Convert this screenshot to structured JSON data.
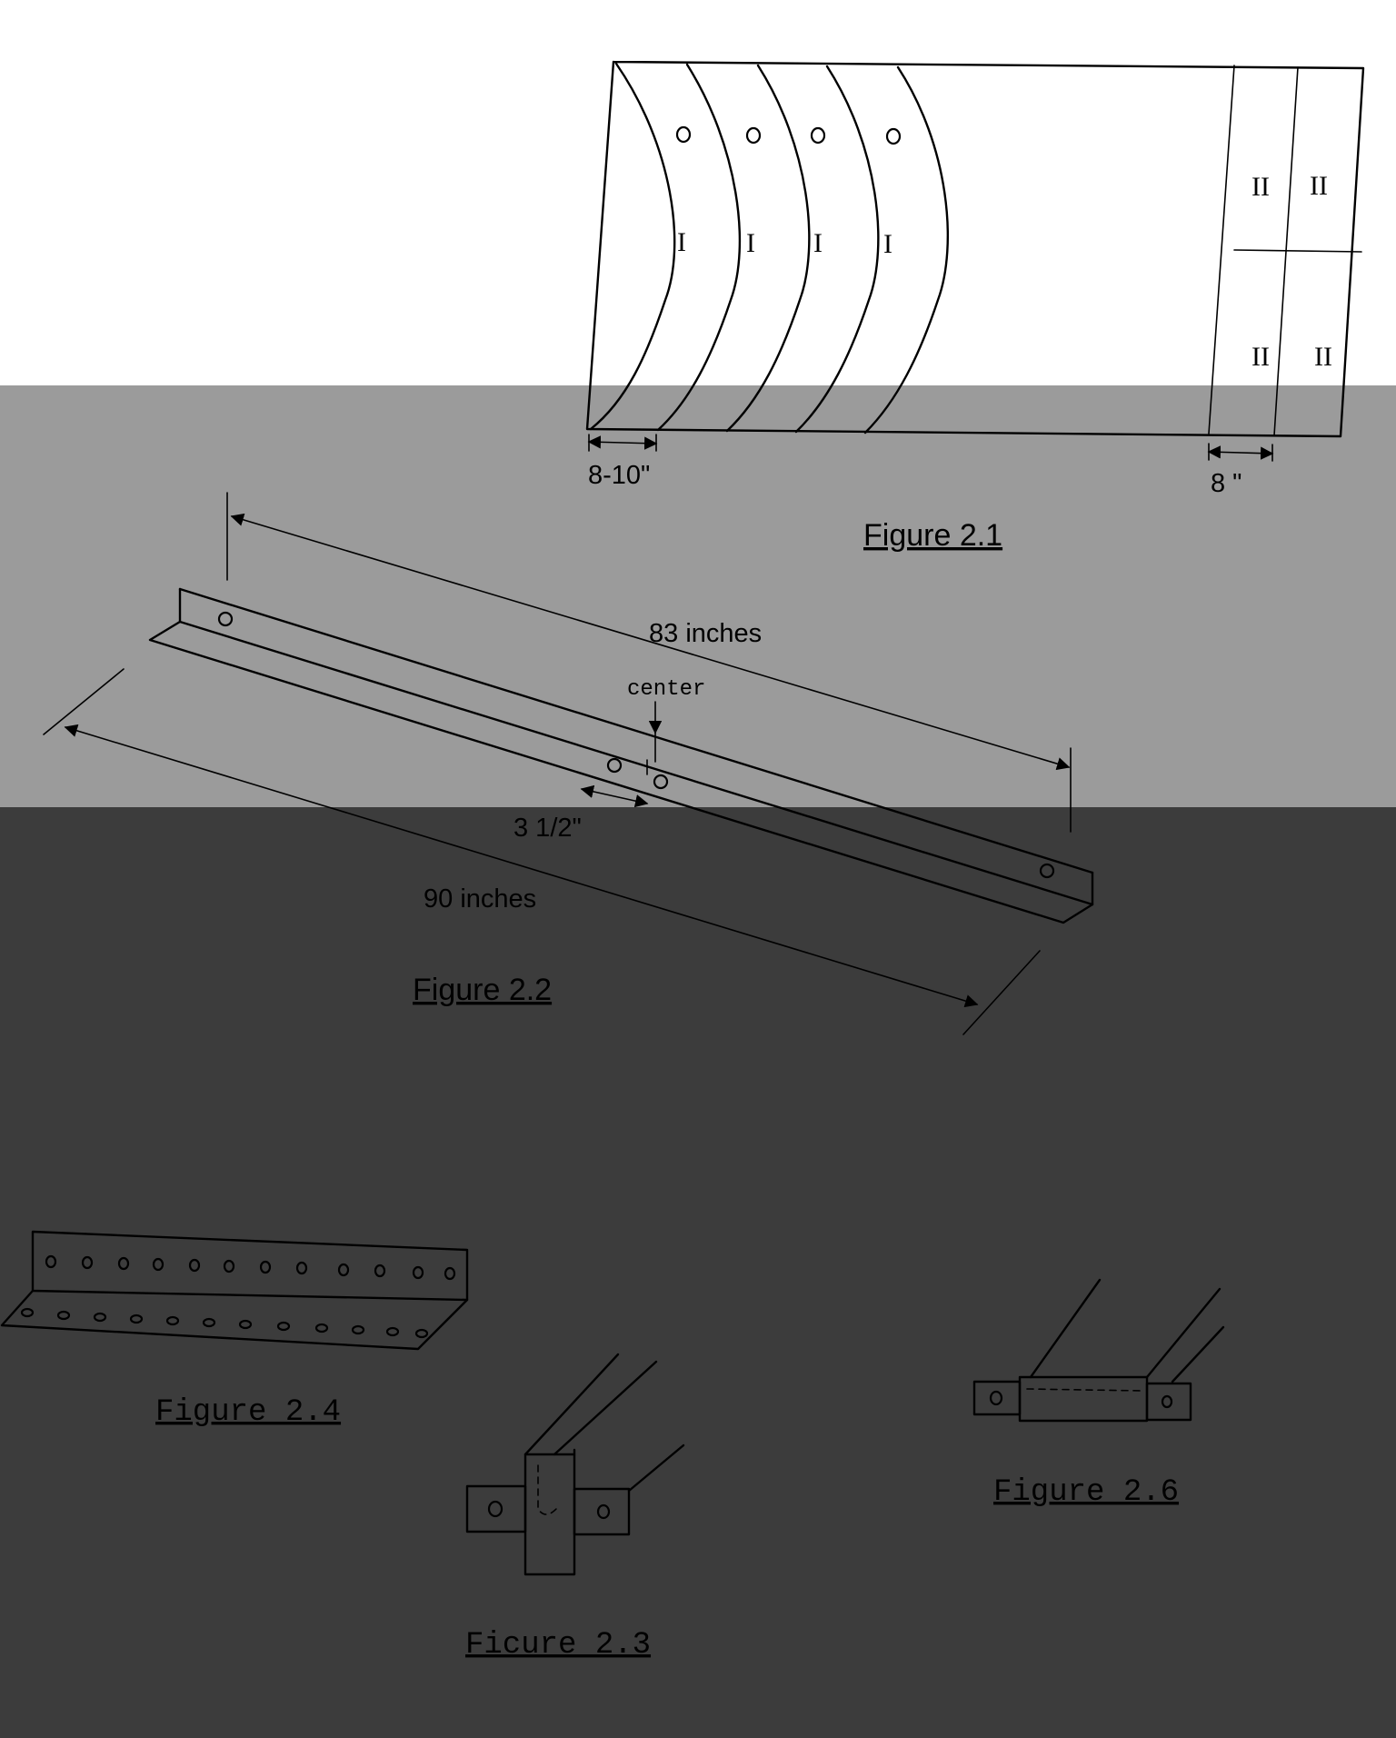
{
  "bands": {
    "top_color": "#ffffff",
    "middle_color": "#9b9b9b",
    "bottom_color": "#3c3c3c"
  },
  "figure_2_1": {
    "caption": "Figure 2.1",
    "section_I_label": "I",
    "section_II_label": "II",
    "dimension_left": "8-10\"",
    "dimension_right": "8 \""
  },
  "figure_2_2": {
    "caption": "Figure 2.2",
    "dimension_top": "83 inches",
    "center_label": "center",
    "offset_label": "3  1/2\"",
    "dimension_bottom": "90 inches"
  },
  "figure_2_3": {
    "caption": "Ficure 2.3"
  },
  "figure_2_4": {
    "caption": "Figure 2.4"
  },
  "figure_2_6": {
    "caption": "Figure 2.6"
  }
}
